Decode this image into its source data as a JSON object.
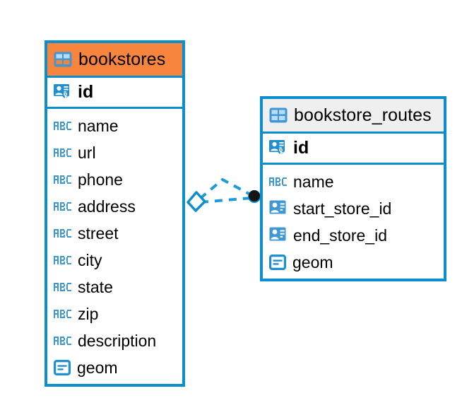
{
  "diagram": {
    "kind": "entity-relationship-diagram",
    "background_color": "#ffffff",
    "accent_color": "#0b8ecd",
    "selected_header_color": "#f7853e",
    "normal_header_color": "#efefef",
    "connector_color": "#1b9cd8"
  },
  "entities": [
    {
      "name": "bookstores",
      "selected": true,
      "header_icon": "table-icon",
      "primary_key": {
        "label": "id",
        "icon": "primary-key-icon"
      },
      "fields": [
        {
          "label": "name",
          "icon": "abc-text-icon"
        },
        {
          "label": "url",
          "icon": "abc-text-icon"
        },
        {
          "label": "phone",
          "icon": "abc-text-icon"
        },
        {
          "label": "address",
          "icon": "abc-text-icon"
        },
        {
          "label": "street",
          "icon": "abc-text-icon"
        },
        {
          "label": "city",
          "icon": "abc-text-icon"
        },
        {
          "label": "state",
          "icon": "abc-text-icon"
        },
        {
          "label": "zip",
          "icon": "abc-text-icon"
        },
        {
          "label": "description",
          "icon": "abc-text-icon"
        },
        {
          "label": "geom",
          "icon": "geometry-icon"
        }
      ]
    },
    {
      "name": "bookstore_routes",
      "selected": false,
      "header_icon": "table-icon",
      "primary_key": {
        "label": "id",
        "icon": "primary-key-icon"
      },
      "fields": [
        {
          "label": "name",
          "icon": "abc-text-icon"
        },
        {
          "label": "start_store_id",
          "icon": "foreign-key-icon"
        },
        {
          "label": "end_store_id",
          "icon": "foreign-key-icon"
        },
        {
          "label": "geom",
          "icon": "geometry-icon"
        }
      ]
    }
  ],
  "relationships": [
    {
      "from": "bookstores",
      "to": "bookstore_routes",
      "source_marker": "diamond-marker",
      "target_marker": "filled-circle-marker",
      "line_style": "dashed"
    },
    {
      "from": "bookstores",
      "to": "bookstore_routes",
      "source_marker": "diamond-marker",
      "target_marker": "filled-circle-marker",
      "line_style": "dashed"
    }
  ]
}
